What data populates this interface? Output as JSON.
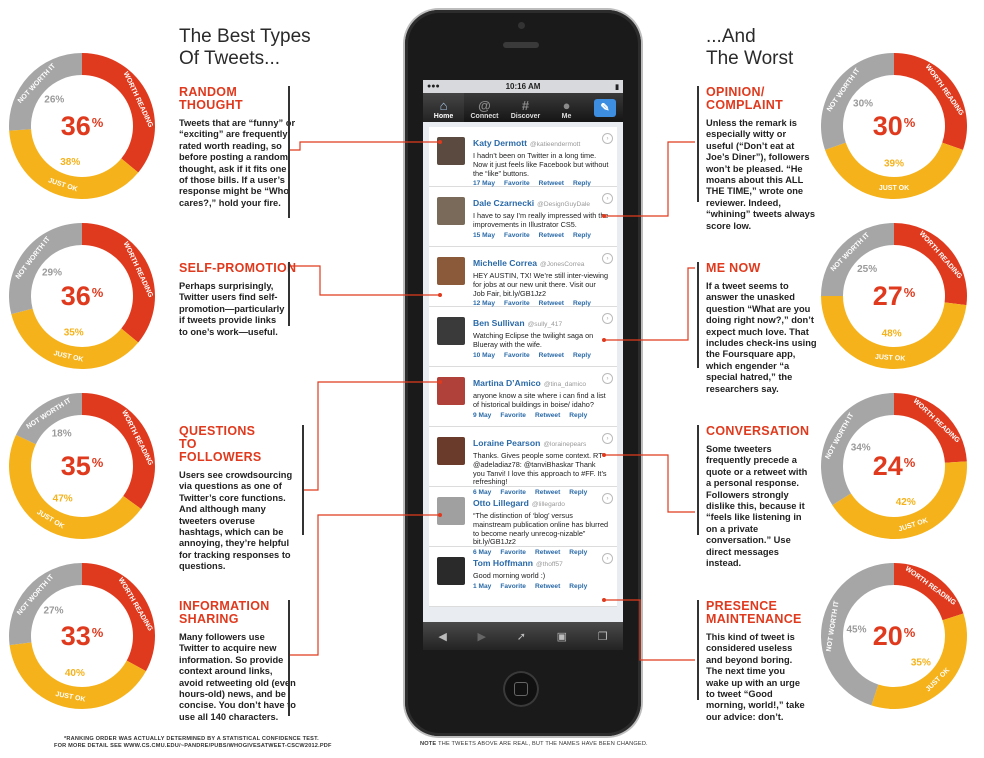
{
  "headings": {
    "left": [
      "The Best Types",
      "Of Tweets..."
    ],
    "right": [
      "...And",
      "The Worst"
    ]
  },
  "donut_labels": {
    "worth": "WORTH READING",
    "ok": "JUST OK",
    "not": "NOT WORTH IT"
  },
  "colors": {
    "worth": "#e03a1e",
    "ok": "#f5b21a",
    "not": "#a6a6a6"
  },
  "best": [
    {
      "title": "RANDOM THOUGHT",
      "desc": "Tweets that are “funny” or “exciting” are frequently rated worth reading, so before posting a random thought, ask if it fits one of those bills. If a user’s response might be “Who cares?,” hold your fire.",
      "worth": "36",
      "ok": "38",
      "not": "26"
    },
    {
      "title": "SELF-PROMOTION",
      "desc": "Perhaps surprisingly, Twitter users find self-promotion—particularly if tweets provide links to one’s work—useful.",
      "worth": "36",
      "ok": "35",
      "not": "29"
    },
    {
      "title": "QUESTIONS TO FOLLOWERS",
      "desc": "Users see crowdsourcing via questions as one of Twitter’s core functions. And although many tweeters overuse hashtags, which can be annoying, they’re helpful for tracking responses to questions.",
      "worth": "35",
      "ok": "47",
      "not": "18"
    },
    {
      "title": "INFORMATION SHARING",
      "desc": "Many followers use Twitter to acquire new information. So provide context around links, avoid retweeting old (even hours-old) news, and be concise. You don’t have to use all 140 characters.",
      "worth": "33",
      "ok": "40",
      "not": "27"
    }
  ],
  "worst": [
    {
      "title": "OPINION/ COMPLAINT",
      "desc": "Unless the remark is especially witty or useful (“Don’t eat at Joe’s Diner”), followers won’t be pleased. “He moans about this ALL THE TIME,” wrote one reviewer. Indeed, “whining” tweets always score low.",
      "worth": "30",
      "ok": "39",
      "not": "30"
    },
    {
      "title": "ME NOW",
      "desc": "If a tweet seems to answer the unasked question “What are you doing right now?,” don’t expect much love. That includes check-ins using the Foursquare app, which engender “a special hatred,” the researchers say.",
      "worth": "27",
      "ok": "48",
      "not": "25"
    },
    {
      "title": "CONVERSATION",
      "desc": "Some tweeters frequently precede a quote or a retweet with a personal response. Followers strongly dislike this, because it “feels like listening in on a private conversation.” Use direct messages instead.",
      "worth": "24",
      "ok": "42",
      "not": "34"
    },
    {
      "title": "PRESENCE MAINTENANCE",
      "desc": "This kind of tweet is considered useless and beyond boring. The next time you wake up with an urge to tweet “Good morning, world!,” take our advice: don’t.",
      "worth": "20",
      "ok": "35",
      "not": "45"
    }
  ],
  "phone": {
    "time": "10:16 AM",
    "tabs": [
      "Home",
      "Connect",
      "Discover",
      "Me"
    ],
    "tweets": [
      {
        "name": "Katy Dermott",
        "handle": "@katieendermott",
        "text": "I hadn’t been on Twitter in a long time. Now it just feels like Facebook but without the “like” buttons.",
        "date": "17 May"
      },
      {
        "name": "Dale Czarnecki",
        "handle": "@DesignGuyDale",
        "text": "I have to say I’m really impressed with the improvements in Illustrator CS5.",
        "date": "15 May"
      },
      {
        "name": "Michelle Correa",
        "handle": "@JonesCorrea",
        "text": "HEY AUSTIN, TX! We’re still inter-viewing for jobs at our new unit there. Visit our Job Fair, bit.ly/GB1Jz2",
        "date": "12 May"
      },
      {
        "name": "Ben Sullivan",
        "handle": "@sully_417",
        "text": "Watching Eclipse the twilight saga on Blueray with the wife.",
        "date": "10 May"
      },
      {
        "name": "Martina D’Amico",
        "handle": "@tina_damico",
        "text": "anyone know a site where i can find a list of historical buildings in boise/ idaho?",
        "date": "9 May"
      },
      {
        "name": "Loraine Pearson",
        "handle": "@lorainepears",
        "text": "Thanks. Gives people some context. RT @adeladiaz78: @tanviBhaskar Thank you Tanvi! I love this approach to #FF. It’s refreshing!",
        "date": "6 May"
      },
      {
        "name": "Otto Lillegard",
        "handle": "@lillegardo",
        "text": "“The distinction of ‘blog’ versus mainstream publication online has blurred to become nearly unrecog-nizable” bit.ly/GB1Jz2",
        "date": "6 May"
      },
      {
        "name": "Tom Hoffmann",
        "handle": "@thoff57",
        "text": "Good morning world :)",
        "date": "1 May"
      }
    ],
    "actions": {
      "favorite": "Favorite",
      "retweet": "Retweet",
      "reply": "Reply"
    }
  },
  "footnotes": {
    "left": [
      "*RANKING ORDER WAS ACTUALLY DETERMINED BY A STATISTICAL CONFIDENCE TEST.",
      "FOR MORE DETAIL SEE WWW.CS.CMU.EDU/~PANDRE/PUBS/WHOGIVESATWEET-CSCW2012.PDF"
    ],
    "center_bold": "NOTE",
    "center": "THE TWEETS ABOVE ARE REAL, BUT THE NAMES HAVE BEEN CHANGED."
  }
}
